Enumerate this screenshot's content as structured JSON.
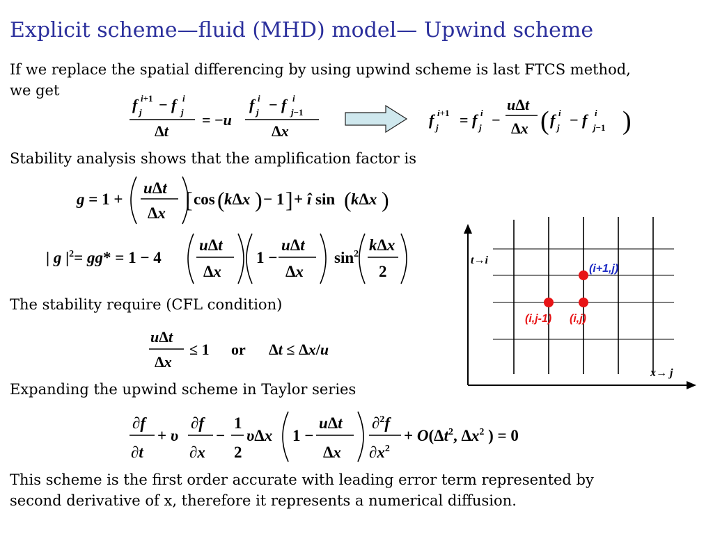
{
  "title": "Explicit scheme—fluid (MHD) model— Upwind scheme",
  "paragraphs": {
    "intro_line1": "If we replace the spatial differencing by using upwind scheme is last FTCS method,",
    "intro_line2": "we get",
    "stability": "Stability analysis shows that the amplification factor is",
    "cfl": "The stability require (CFL condition)",
    "taylor": "Expanding the upwind scheme in Taylor series",
    "conclusion_line1": "This scheme is the  first order accurate with leading error term represented by",
    "conclusion_line2": "second derivative of x, therefore it represents a numerical diffusion."
  },
  "equations": {
    "fd_left": "(f_j^{i+1} - f_j^i)/Δt = -u (f_j^i - f_{j-1}^i)/Δx",
    "fd_right": "f_j^{i+1} = f_j^i - (uΔt/Δx)(f_j^i - f_{j-1}^i)",
    "amplification": "g = 1 + (uΔt/Δx)[cos(kΔx) - 1] + î sin(kΔx)",
    "modulus": "| g |² = gg* = 1 - 4 (uΔt/Δx)(1 - uΔt/Δx) sin²(kΔx/2)",
    "cfl": "uΔt/Δx ≤ 1   or   Δt ≤ Δx/u",
    "taylor": "∂f/∂t + υ ∂f/∂x - (1/2)υΔx(1 - uΔt/Δx) ∂²f/∂x² + O(Δt², Δx²) = 0"
  },
  "grid_diagram": {
    "t_axis_label": "t→i",
    "x_axis_label": "x→ j",
    "point_top_label": "(i+1,j)",
    "point_left_label": "(i,j-1)",
    "point_right_label": "(i,j)",
    "colors": {
      "point": "#e81416",
      "label_blue": "#1d2bc4",
      "label_red": "#e81416",
      "grid": "#000000"
    }
  },
  "colors": {
    "title": "#2b2f9c",
    "arrow_fill": "#cfe8ee",
    "arrow_stroke": "#222222"
  }
}
